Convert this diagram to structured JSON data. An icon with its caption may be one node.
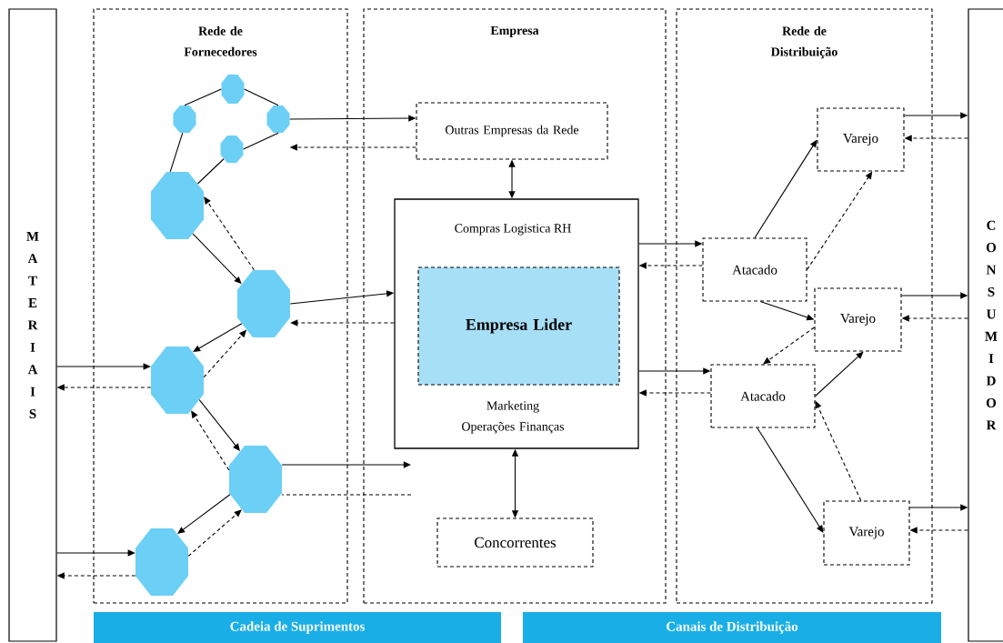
{
  "diagram": {
    "nodes": [
      {
        "text": [
          "MATERIAIS"
        ]
      },
      {
        "text": [
          "Rede de Fornecedores"
        ]
      },
      {
        "text": [
          "Empresa"
        ]
      },
      {
        "text": [
          "Rede de Distribuição"
        ]
      },
      {
        "text": [
          "CONSUMIDOR"
        ]
      },
      {
        "text": [],
        "shape": "octagon",
        "in": 1
      },
      {
        "text": [],
        "shape": "octagon",
        "in": 1
      },
      {
        "text": [],
        "shape": "octagon",
        "in": 1
      },
      {
        "text": [],
        "shape": "octagon",
        "in": 1
      },
      {
        "text": [],
        "shape": "octagon",
        "in": 1
      },
      {
        "text": [],
        "shape": "octagon",
        "in": 1
      },
      {
        "text": [],
        "shape": "octagon",
        "in": 1
      },
      {
        "text": [],
        "shape": "octagon",
        "in": 1
      },
      {
        "text": [],
        "shape": "octagon",
        "in": 1
      },
      {
        "text": [
          "Outras Empresas da Rede"
        ],
        "in": 2
      },
      {
        "text": [
          "Compras Logistica RH",
          "Marketing Operações Finanças"
        ],
        "in": 2
      },
      {
        "text": [
          "Empresa Lider"
        ],
        "in": 15
      },
      {
        "text": [
          "Concorrentes"
        ],
        "in": 2
      },
      {
        "text": [
          "Varejo"
        ],
        "in": 3
      },
      {
        "text": [
          "Atacado"
        ],
        "in": 3
      },
      {
        "text": [
          "Varejo"
        ],
        "in": 3
      },
      {
        "text": [
          "Atacado"
        ],
        "in": 3
      },
      {
        "text": [
          "Varejo"
        ],
        "in": 3
      },
      {
        "text": [
          "Cadeia de Suprimentos"
        ]
      },
      {
        "text": [
          "Canais de Distribuição"
        ]
      }
    ],
    "edges": [
      {
        "from": 6,
        "to": 5,
        "arrow": "none"
      },
      {
        "from": 5,
        "to": 7,
        "arrow": "none"
      },
      {
        "from": 7,
        "to": 8,
        "arrow": "none"
      },
      {
        "from": 8,
        "to": 9,
        "arrow": "none"
      },
      {
        "from": 6,
        "to": 9,
        "arrow": "none"
      },
      {
        "from": 9,
        "to": 10,
        "arrow": "to"
      },
      {
        "from": 10,
        "to": 9,
        "arrow": "to",
        "style": "dashed"
      },
      {
        "from": 10,
        "to": 11,
        "arrow": "to"
      },
      {
        "from": 11,
        "to": 10,
        "arrow": "to",
        "style": "dashed"
      },
      {
        "from": 11,
        "to": 12,
        "arrow": "to"
      },
      {
        "from": 12,
        "to": 11,
        "arrow": "to",
        "style": "dashed"
      },
      {
        "from": 12,
        "to": 13,
        "arrow": "to"
      },
      {
        "from": 13,
        "to": 12,
        "arrow": "to",
        "style": "dashed"
      },
      {
        "from": 7,
        "to": 14,
        "arrow": "to"
      },
      {
        "from": 14,
        "to": 7,
        "arrow": "to",
        "style": "dashed"
      },
      {
        "from": 10,
        "to": 15,
        "arrow": "to"
      },
      {
        "from": 15,
        "to": 10,
        "arrow": "to",
        "style": "dashed"
      },
      {
        "from": 12,
        "to": null,
        "arrow": "to"
      },
      {
        "from": null,
        "to": 12,
        "arrow": "none",
        "style": "dashed"
      },
      {
        "from": 0,
        "to": 11,
        "arrow": "to"
      },
      {
        "from": 11,
        "to": 0,
        "arrow": "to",
        "style": "dashed"
      },
      {
        "from": 0,
        "to": 13,
        "arrow": "to"
      },
      {
        "from": 13,
        "to": 0,
        "arrow": "to",
        "style": "dashed"
      },
      {
        "from": 14,
        "to": 15,
        "arrow": "both"
      },
      {
        "from": 15,
        "to": 17,
        "arrow": "both"
      },
      {
        "from": 15,
        "to": 19,
        "arrow": "to"
      },
      {
        "from": 19,
        "to": 15,
        "arrow": "to",
        "style": "dashed"
      },
      {
        "from": 15,
        "to": 21,
        "arrow": "to"
      },
      {
        "from": 21,
        "to": 15,
        "arrow": "to",
        "style": "dashed"
      },
      {
        "from": 19,
        "to": 18,
        "arrow": "to"
      },
      {
        "from": 19,
        "to": 18,
        "arrow": "to",
        "style": "dashed"
      },
      {
        "from": 19,
        "to": 20,
        "arrow": "to"
      },
      {
        "from": 20,
        "to": 21,
        "arrow": "to",
        "style": "dashed"
      },
      {
        "from": 21,
        "to": 20,
        "arrow": "to"
      },
      {
        "from": 21,
        "to": 22,
        "arrow": "to"
      },
      {
        "from": 22,
        "to": 21,
        "arrow": "to",
        "style": "dashed"
      },
      {
        "from": 18,
        "to": 4,
        "arrow": "to"
      },
      {
        "from": 4,
        "to": 18,
        "arrow": "to",
        "style": "dashed"
      },
      {
        "from": 20,
        "to": 4,
        "arrow": "to"
      },
      {
        "from": 4,
        "to": 20,
        "arrow": "to",
        "style": "dashed"
      },
      {
        "from": 22,
        "to": 4,
        "arrow": "to"
      },
      {
        "from": 4,
        "to": 22,
        "arrow": "to",
        "style": "dashed"
      }
    ]
  }
}
